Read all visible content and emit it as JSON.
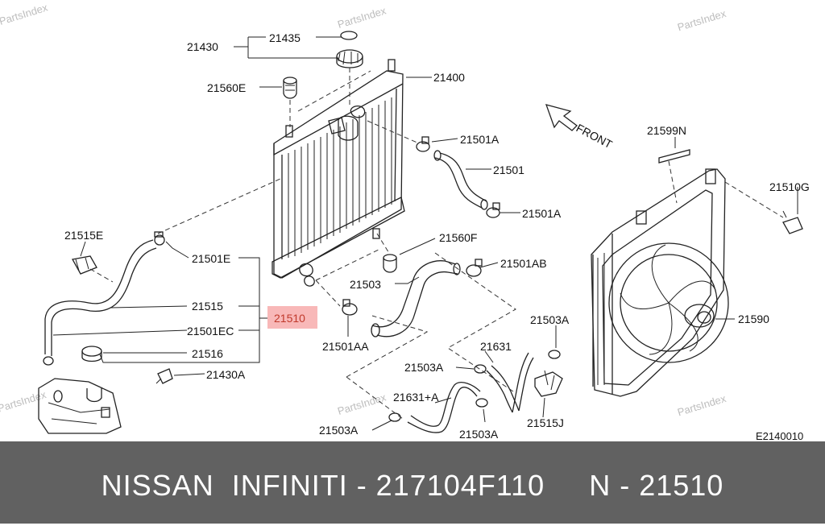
{
  "watermark": "PartsIndex",
  "front_label": "FRONT",
  "diagram_code": "E2140010",
  "highlight_color": "#f8b8b8",
  "footer_bg": "#616161",
  "labels": {
    "p21430": "21430",
    "p21435": "21435",
    "p21560E": "21560E",
    "p21400": "21400",
    "p21501A_top": "21501A",
    "p21501": "21501",
    "p21501A_mid": "21501A",
    "p21599N": "21599N",
    "p21510G": "21510G",
    "p21515E": "21515E",
    "p21560F": "21560F",
    "p21501E": "21501E",
    "p21501AB": "21501AB",
    "p21503": "21503",
    "p21515": "21515",
    "p21510": "21510",
    "p21501EC": "21501EC",
    "p21501AA": "21501AA",
    "p21516": "21516",
    "p21503A_r": "21503A",
    "p21631": "21631",
    "p21503A_m": "21503A",
    "p21430A": "21430A",
    "p21631A": "21631+A",
    "p21515J": "21515J",
    "p21503A_bl": "21503A",
    "p21503A_bc": "21503A",
    "p21590": "21590"
  },
  "footer": "NISSAN  INFINITI - 217104F110     N - 21510"
}
